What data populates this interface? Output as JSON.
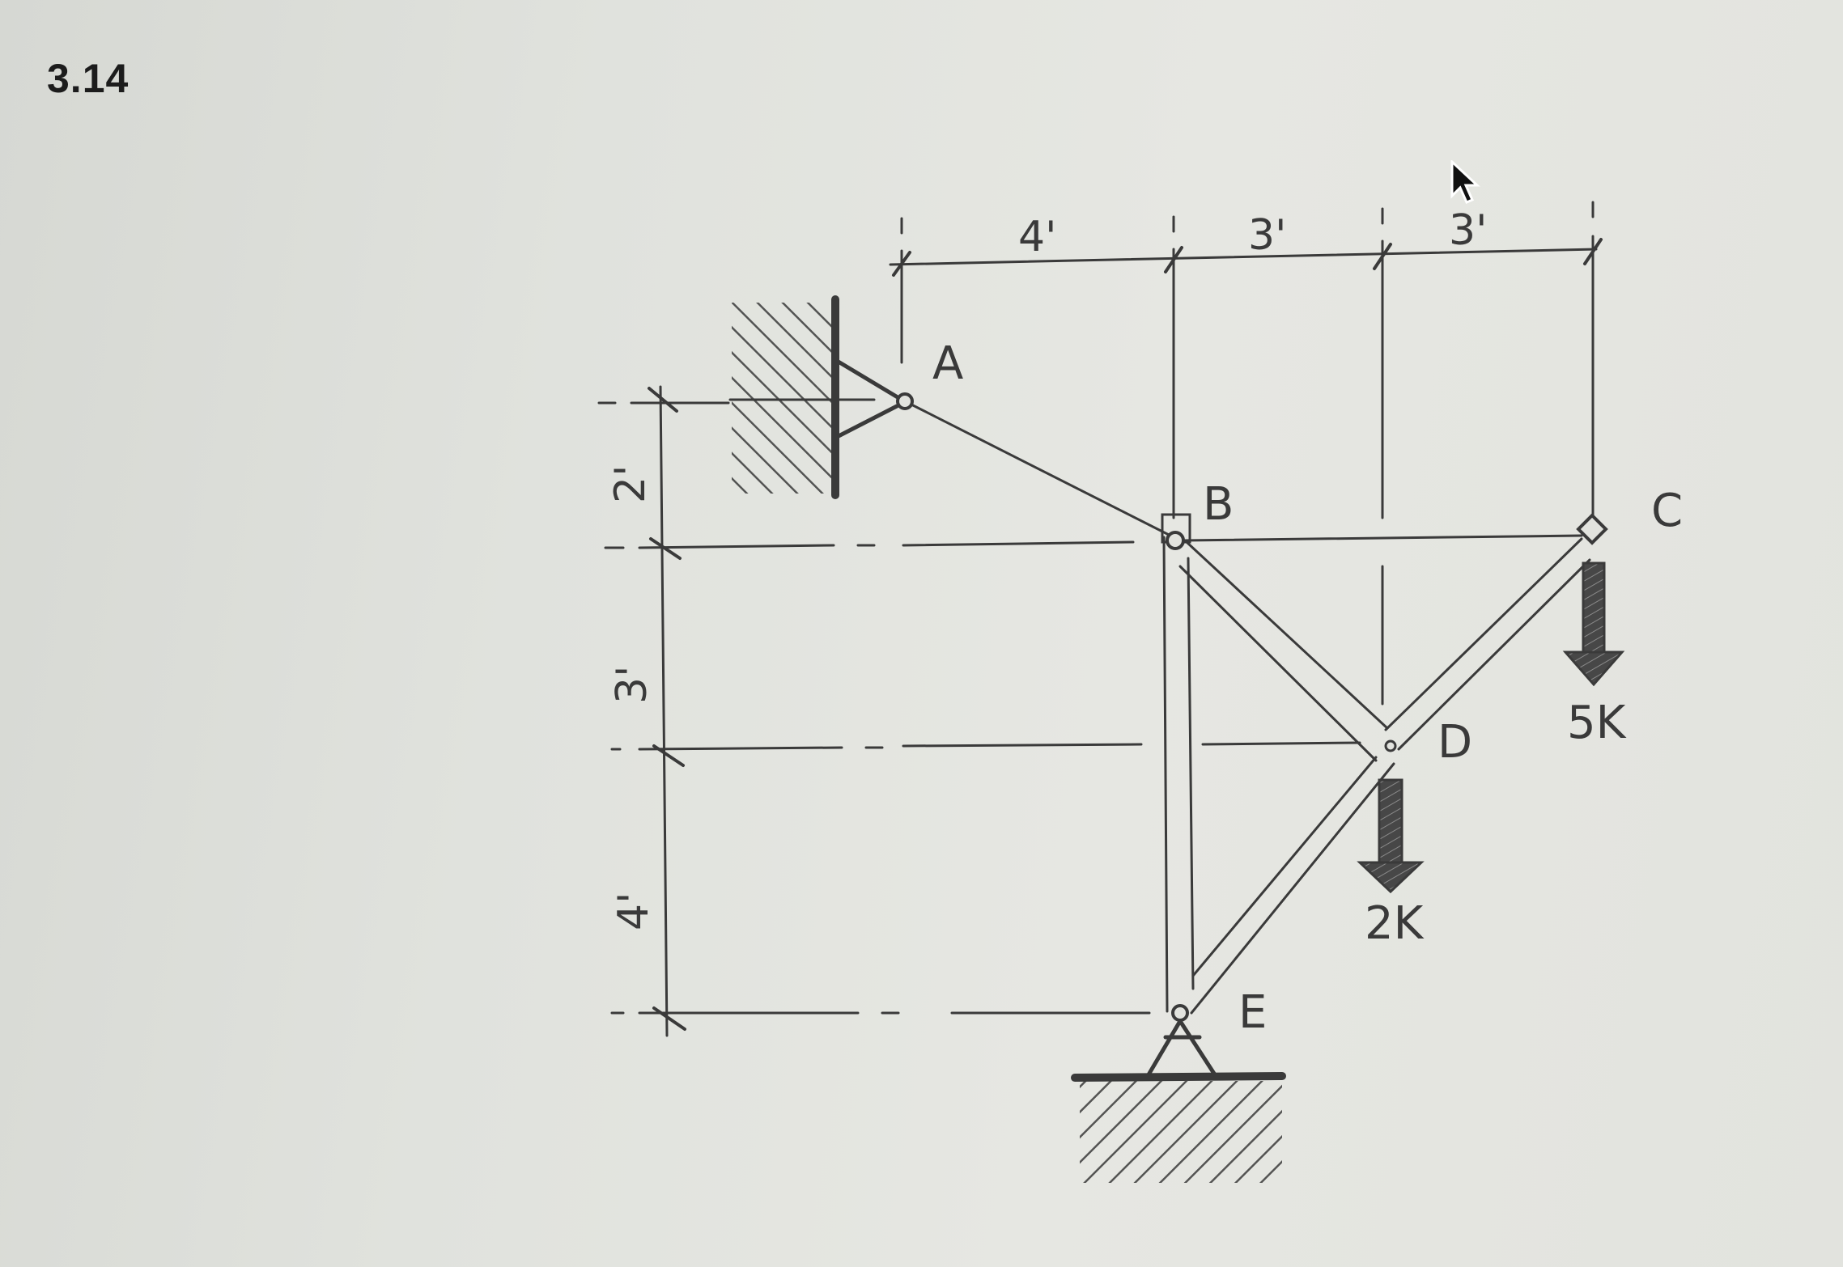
{
  "problem": {
    "number": "3.14"
  },
  "diagram": {
    "type": "truss",
    "dimensions": {
      "horizontal": [
        "4'",
        "3'",
        "3'"
      ],
      "vertical": [
        "2'",
        "3'",
        "4'"
      ]
    },
    "nodes": {
      "A": "A",
      "B": "B",
      "C": "C",
      "D": "D",
      "E": "E"
    },
    "loads": {
      "C": "5K",
      "D": "2K"
    },
    "supports": {
      "A": "pin-wall",
      "E": "pin-ground"
    },
    "members": [
      "A-B",
      "B-C",
      "B-D",
      "C-D",
      "D-E",
      "B-E"
    ],
    "colors": {
      "ink": "#3a3a3a",
      "arrow_fill": "#4a4a4a",
      "paper": "#e2e3de"
    }
  }
}
